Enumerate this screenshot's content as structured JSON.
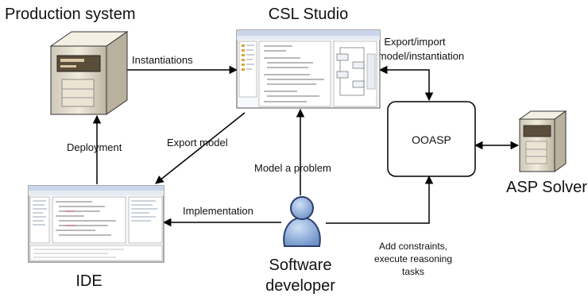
{
  "nodes": {
    "production_system": "Production system",
    "csl_studio": "CSL Studio",
    "ooasp": "OOASP",
    "asp_solver": "ASP Solver",
    "ide": "IDE",
    "developer_line1": "Software",
    "developer_line2": "developer"
  },
  "edges": {
    "instantiations": "Instantiations",
    "export_import_line1": "Export/import",
    "export_import_line2": "model/instantiation",
    "deployment": "Deployment",
    "export_model": "Export model",
    "model_a_problem": "Model a problem",
    "implementation": "Implementation",
    "add_constraints_line1": "Add constraints,",
    "add_constraints_line2": "execute reasoning",
    "add_constraints_line3": "tasks"
  },
  "icons": {
    "server": "server-tower-icon",
    "user": "person-icon",
    "screenshot": "application-window-icon"
  },
  "colors": {
    "server_body": "#e2dccf",
    "server_face": "#efe8d6",
    "person_fill": "#7fa3d6",
    "person_stroke": "#2b3e6b"
  }
}
